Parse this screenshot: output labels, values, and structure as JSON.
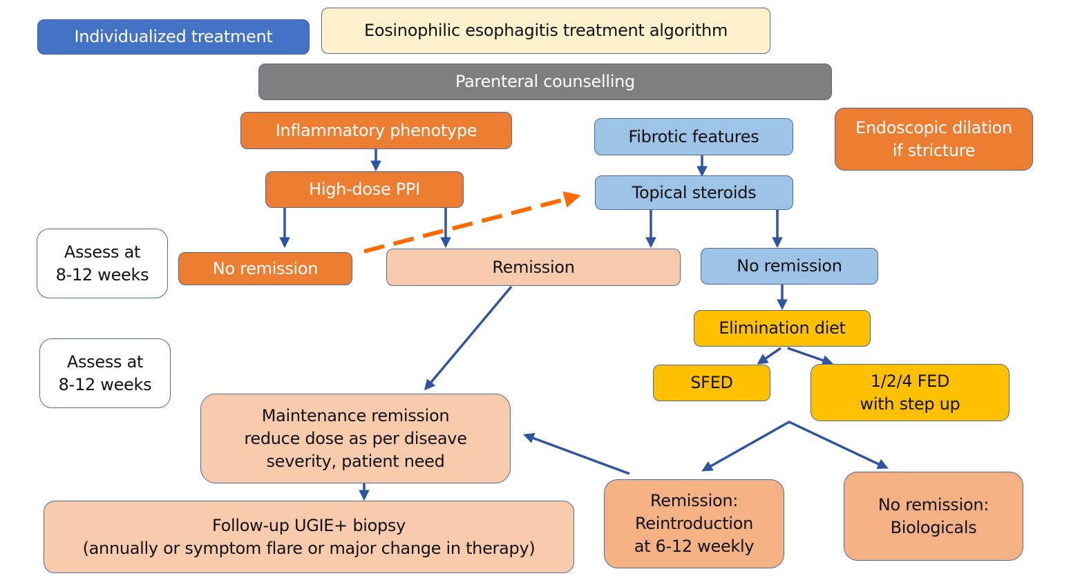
{
  "diagram": {
    "title": "Eosinophilic esophagitis treatment algorithm",
    "colors": {
      "arrow": "#2f55a0",
      "dashed_arrow": "#ff6a00",
      "dark_blue": "#4472c4",
      "cream": "#fff2cc",
      "grey": "#7f7f7f",
      "orange": "#ed7d31",
      "light_blue": "#9dc3e6",
      "peach": "#f8cbad",
      "salmon": "#f4b183",
      "gold": "#ffc000"
    },
    "nodes": {
      "individualized": "Individualized treatment",
      "title": "Eosinophilic esophagitis treatment algorithm",
      "counselling": "Parenteral counselling",
      "inflammatory": "Inflammatory phenotype",
      "fibrotic": "Fibrotic features",
      "dilation": "Endoscopic dilation\nif stricture",
      "ppi": "High-dose PPI",
      "steroids": "Topical steroids",
      "assess1": "Assess at\n8-12 weeks",
      "no_remission_ppi": "No remission",
      "remission": "Remission",
      "no_remission_steroids": "No remission",
      "elimination": "Elimination diet",
      "assess2": "Assess at\n8-12 weeks",
      "sfed": "SFED",
      "fed": "1/2/4 FED\nwith step up",
      "maintenance": "Maintenance remission\nreduce dose as per diseave\nseverity, patient need",
      "followup": "Follow-up UGIE+ biopsy\n(annually or symptom flare or major change in therapy)",
      "reintroduction": "Remission:\nReintroduction\nat 6-12 weekly",
      "biologicals": "No remission:\nBiologicals"
    },
    "edges": [
      {
        "from": "inflammatory",
        "to": "ppi",
        "style": "solid"
      },
      {
        "from": "fibrotic",
        "to": "steroids",
        "style": "solid"
      },
      {
        "from": "ppi",
        "to": "no_remission_ppi",
        "style": "solid"
      },
      {
        "from": "ppi",
        "to": "remission",
        "style": "solid"
      },
      {
        "from": "no_remission_ppi",
        "to": "steroids",
        "style": "dashed"
      },
      {
        "from": "steroids",
        "to": "remission",
        "style": "solid"
      },
      {
        "from": "steroids",
        "to": "no_remission_steroids",
        "style": "solid"
      },
      {
        "from": "no_remission_steroids",
        "to": "elimination",
        "style": "solid"
      },
      {
        "from": "elimination",
        "to": "sfed",
        "style": "solid"
      },
      {
        "from": "elimination",
        "to": "fed",
        "style": "solid"
      },
      {
        "from": "remission",
        "to": "maintenance",
        "style": "solid"
      },
      {
        "from": "fed",
        "to": "reintroduction",
        "style": "solid"
      },
      {
        "from": "fed",
        "to": "biologicals",
        "style": "solid"
      },
      {
        "from": "reintroduction",
        "to": "maintenance",
        "style": "solid"
      },
      {
        "from": "maintenance",
        "to": "followup",
        "style": "solid"
      }
    ]
  }
}
